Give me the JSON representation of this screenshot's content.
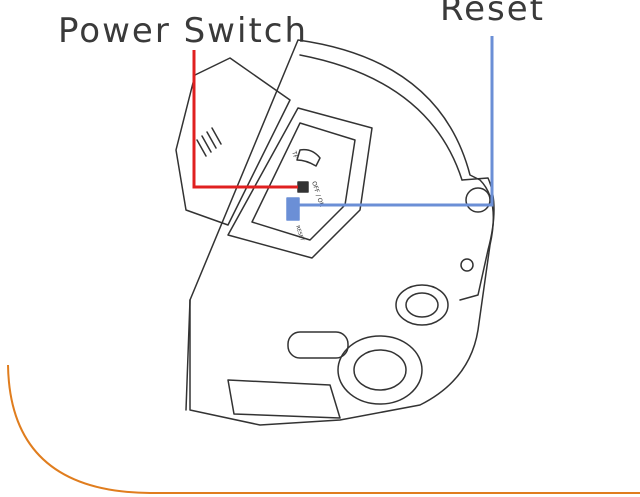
{
  "labels": {
    "power_switch": "Power Switch",
    "reset": "Reset"
  },
  "device_markings": {
    "slot_mark": "TF",
    "switch_mark": "OFF / ON",
    "reset_mark": "RESET"
  },
  "colors": {
    "power_callout": "#e02020",
    "reset_callout": "#6b8fd6",
    "frame_border": "#e07d1e",
    "line_art": "#333333"
  }
}
